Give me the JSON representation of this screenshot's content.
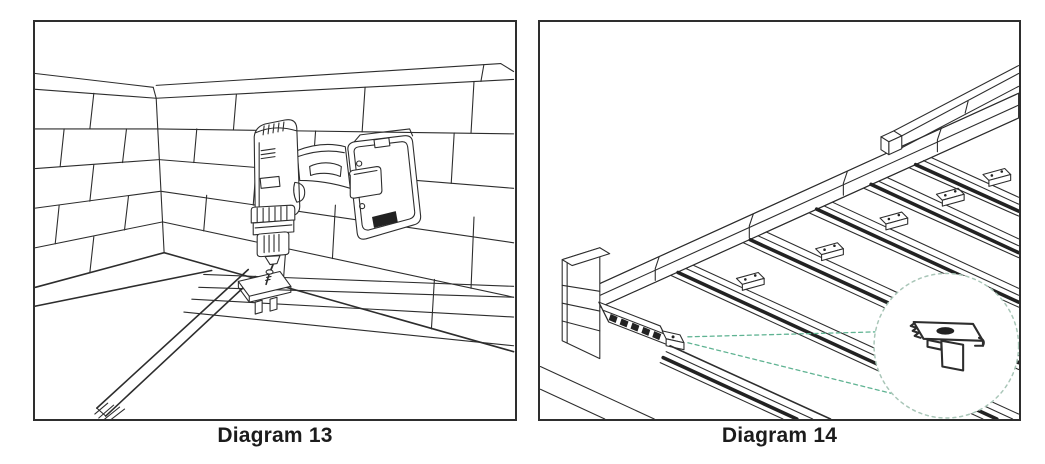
{
  "figure": {
    "panels": [
      {
        "id": "diagram-13",
        "caption": "Diagram 13"
      },
      {
        "id": "diagram-14",
        "caption": "Diagram 14"
      }
    ],
    "colors": {
      "line": "#2d2d2d",
      "ink": "#222222",
      "leader_dash": "#5fb392",
      "detail_circle_dash": "#a9c6b8",
      "caption_text": "#1c1c1c",
      "background": "#ffffff"
    }
  }
}
